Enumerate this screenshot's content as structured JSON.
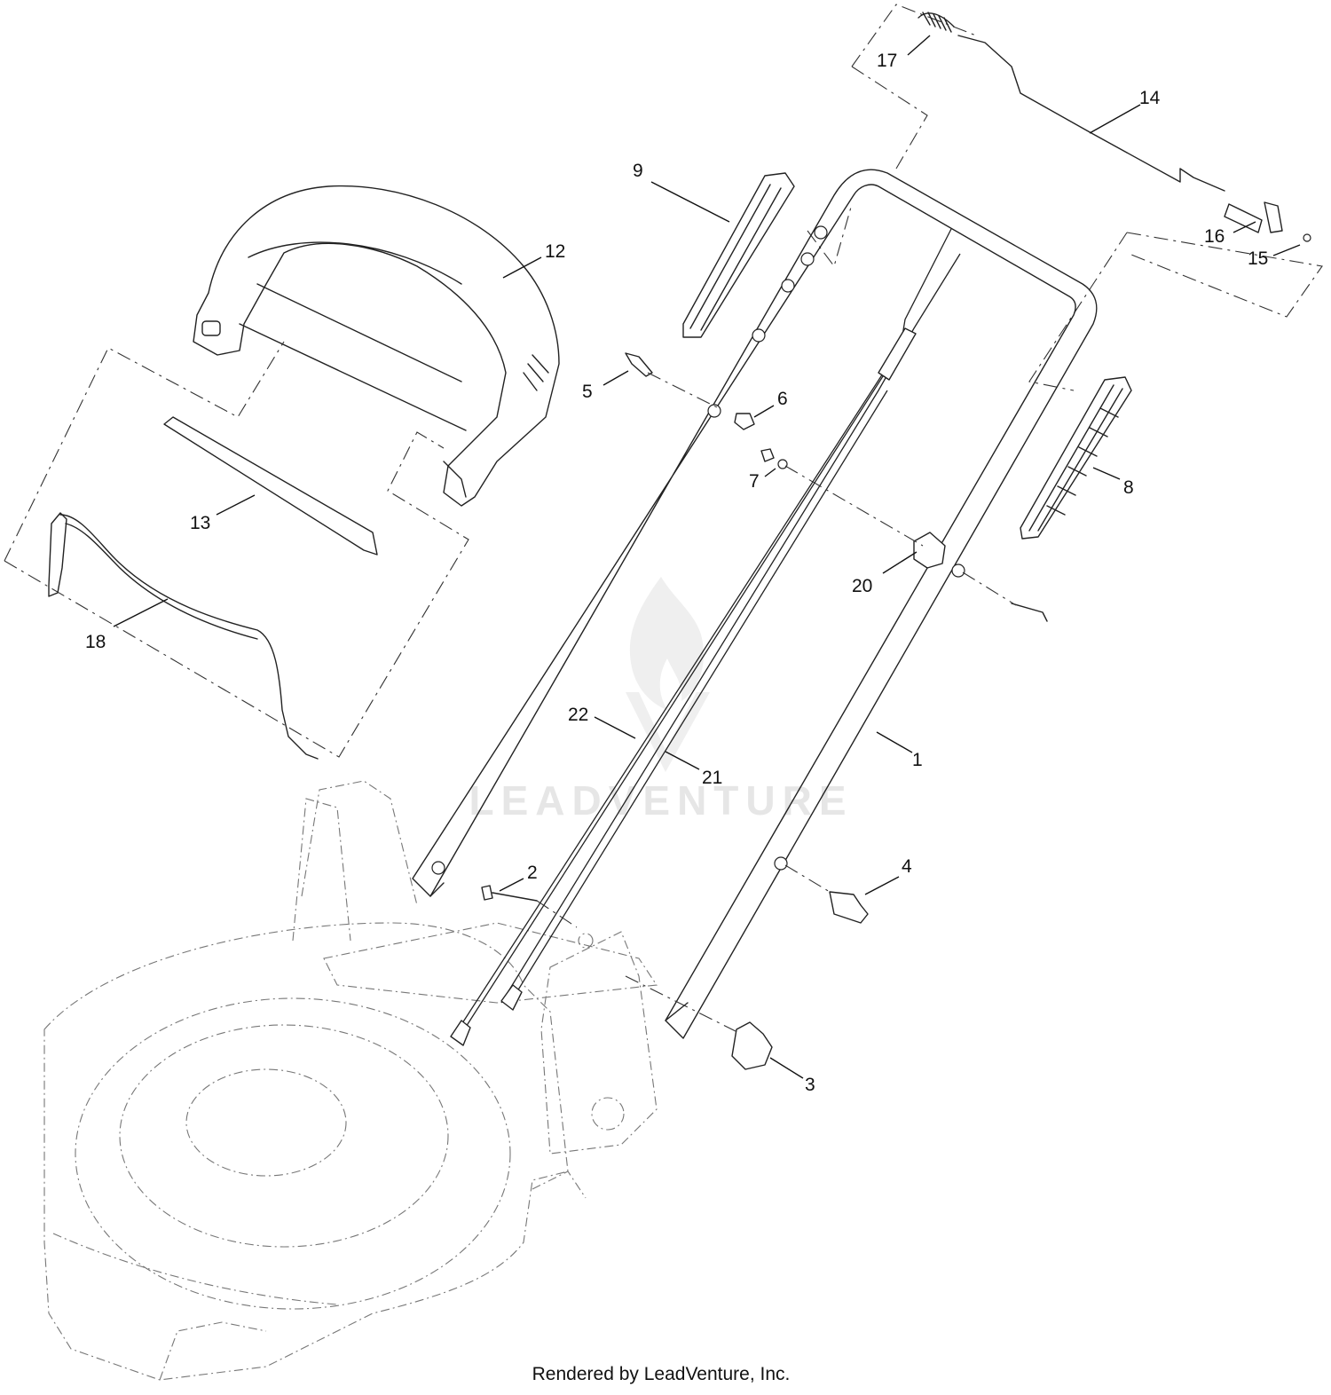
{
  "watermark": {
    "text": "LEADVENTURE"
  },
  "footer": {
    "credit": "Rendered by LeadVenture, Inc."
  },
  "callouts": [
    {
      "id": "c1",
      "label": "1"
    },
    {
      "id": "c2",
      "label": "2"
    },
    {
      "id": "c3",
      "label": "3"
    },
    {
      "id": "c4",
      "label": "4"
    },
    {
      "id": "c5",
      "label": "5"
    },
    {
      "id": "c6",
      "label": "6"
    },
    {
      "id": "c7",
      "label": "7"
    },
    {
      "id": "c8",
      "label": "8"
    },
    {
      "id": "c9",
      "label": "9"
    },
    {
      "id": "c12",
      "label": "12"
    },
    {
      "id": "c13",
      "label": "13"
    },
    {
      "id": "c14",
      "label": "14"
    },
    {
      "id": "c15",
      "label": "15"
    },
    {
      "id": "c16",
      "label": "16"
    },
    {
      "id": "c17",
      "label": "17"
    },
    {
      "id": "c18",
      "label": "18"
    },
    {
      "id": "c20",
      "label": "20"
    },
    {
      "id": "c21",
      "label": "21"
    },
    {
      "id": "c22",
      "label": "22"
    }
  ]
}
